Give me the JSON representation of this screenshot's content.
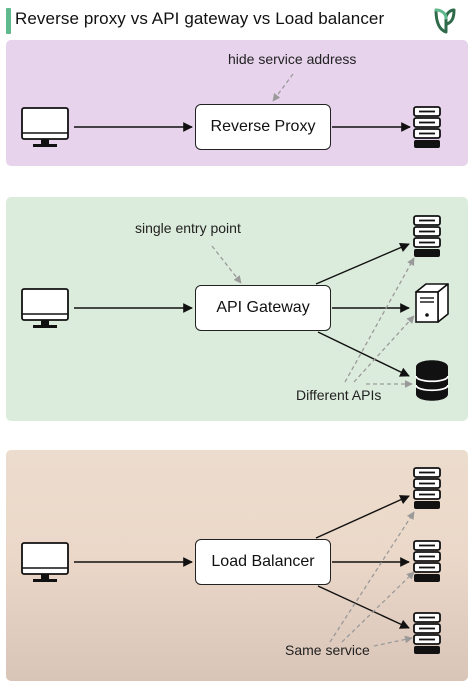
{
  "header": {
    "title": "Reverse proxy vs API gateway vs Load balancer",
    "accent_color": "#5fb98c"
  },
  "panels": [
    {
      "color": "#e7d3ec",
      "box_label": "Reverse Proxy",
      "note": "hide service address",
      "client_icon": "monitor-icon",
      "target_icons": [
        "server-rack-icon"
      ]
    },
    {
      "color": "#dcecdc",
      "box_label": "API Gateway",
      "note": "single entry point",
      "bottom_note": "Different APIs",
      "client_icon": "monitor-icon",
      "target_icons": [
        "server-rack-icon",
        "server-tower-icon",
        "database-icon"
      ]
    },
    {
      "color": "#ebd8c9",
      "box_label": "Load Balancer",
      "bottom_note": "Same service",
      "client_icon": "monitor-icon",
      "target_icons": [
        "server-rack-icon",
        "server-rack-icon",
        "server-rack-icon"
      ]
    }
  ]
}
